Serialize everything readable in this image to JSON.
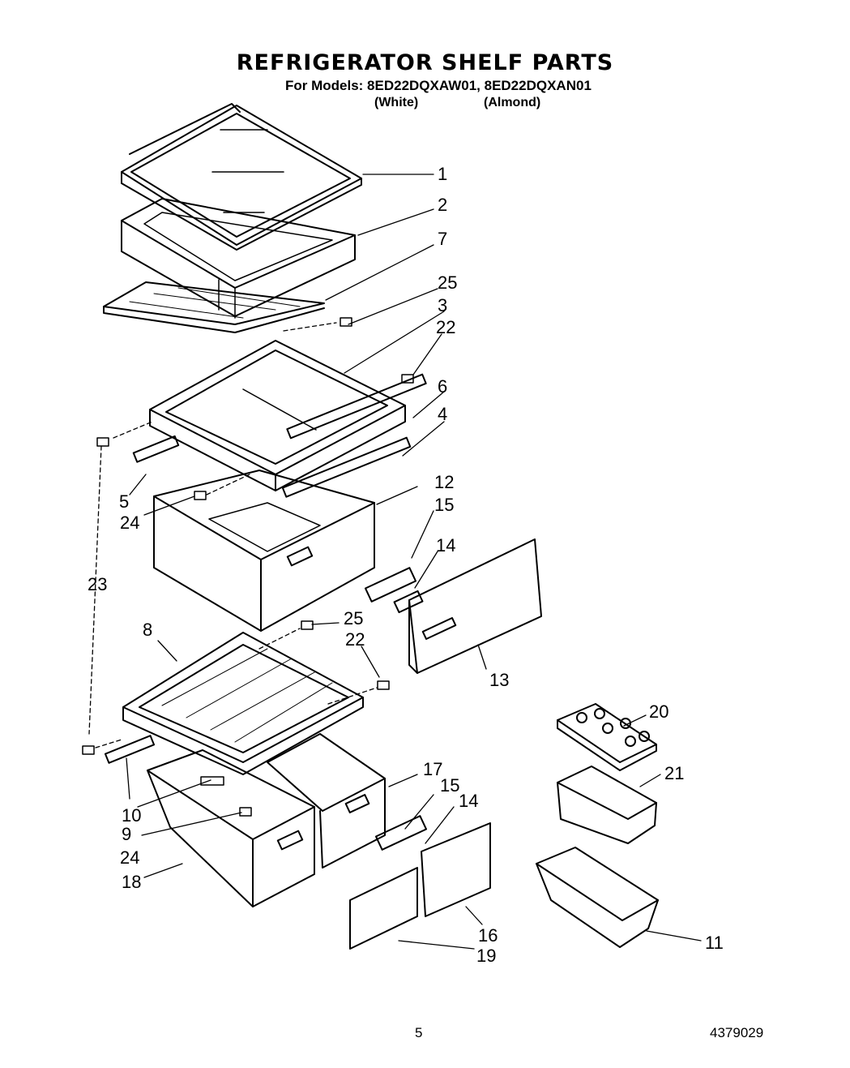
{
  "header": {
    "title": "REFRIGERATOR SHELF PARTS",
    "models": "For Models: 8ED22DQXAW01, 8ED22DQXAN01",
    "variant_white": "(White)",
    "variant_almond": "(Almond)"
  },
  "callouts": [
    "1",
    "2",
    "7",
    "25",
    "3",
    "22",
    "6",
    "4",
    "5",
    "24",
    "12",
    "15",
    "14",
    "23",
    "8",
    "25",
    "22",
    "13",
    "20",
    "21",
    "17",
    "15",
    "14",
    "10",
    "9",
    "24",
    "18",
    "16",
    "19",
    "11"
  ],
  "footer": {
    "page": "5",
    "doc_number": "4379029"
  }
}
